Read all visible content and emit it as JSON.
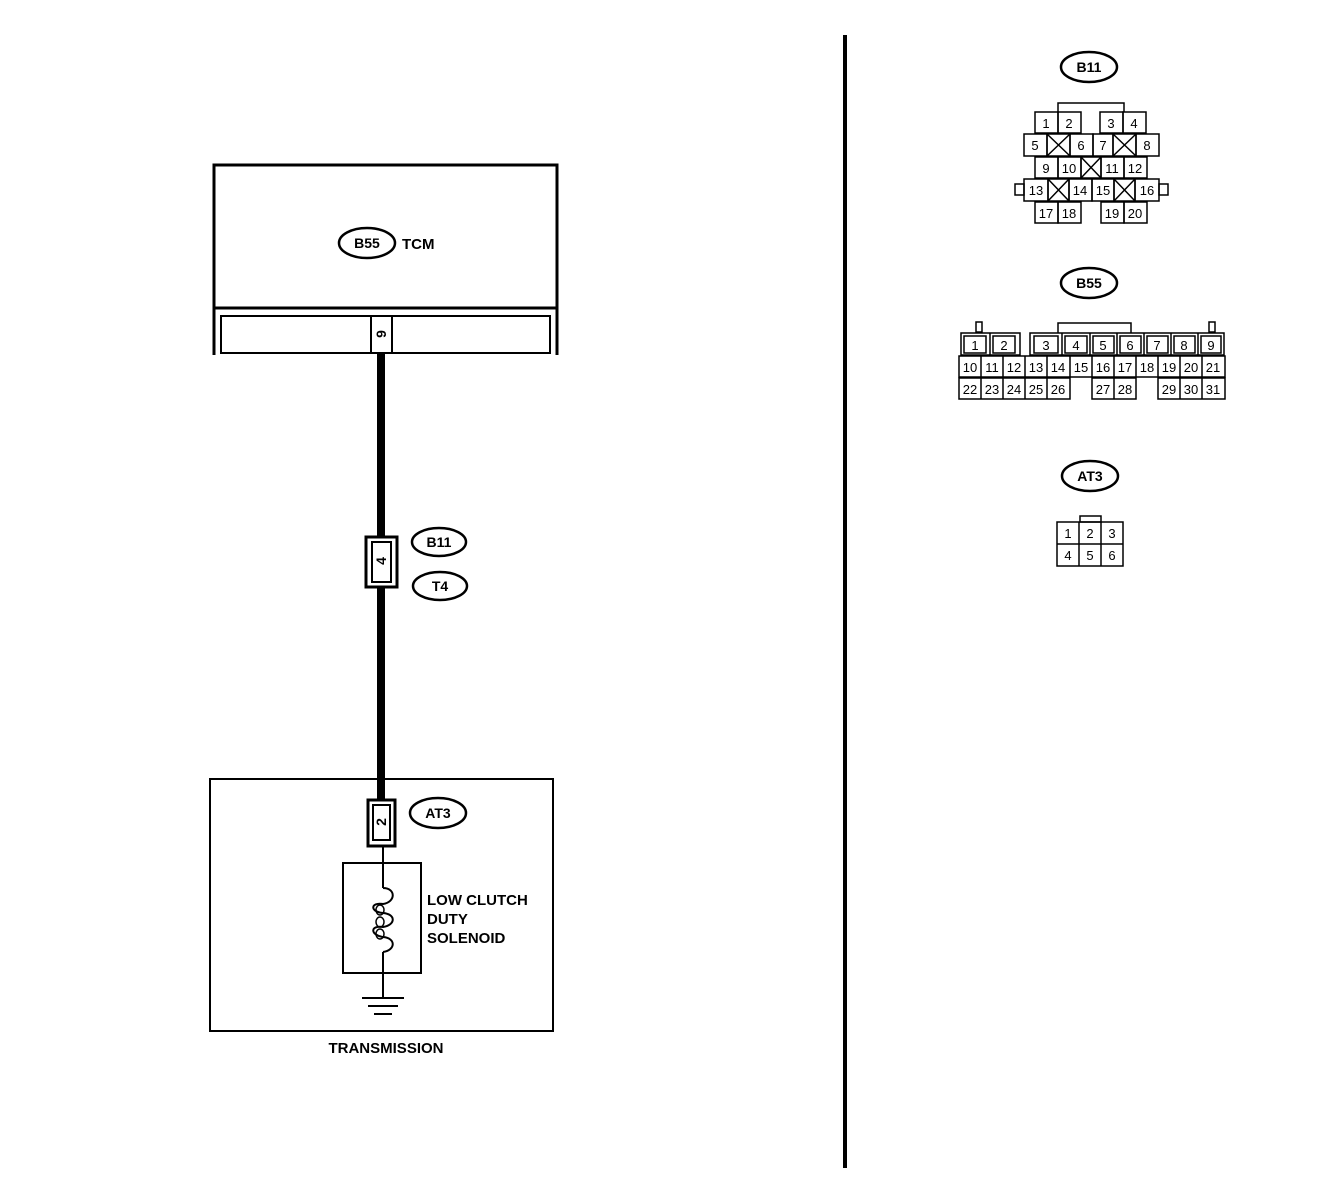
{
  "tcm": {
    "connector": "B55",
    "label": "TCM",
    "terminal": "9"
  },
  "joint": {
    "connector_a": "B11",
    "connector_b": "T4",
    "terminal": "4"
  },
  "solenoid_connector": {
    "connector": "AT3",
    "terminal": "2"
  },
  "solenoid": {
    "line1": "LOW CLUTCH",
    "line2": "DUTY",
    "line3": "SOLENOID"
  },
  "transmission": {
    "label": "TRANSMISSION"
  },
  "connector_views": {
    "b11": {
      "label": "B11",
      "rows": [
        [
          "1",
          "2",
          "3",
          "4"
        ],
        [
          "5",
          "6",
          "7",
          "8"
        ],
        [
          "9",
          "10",
          "11",
          "12"
        ],
        [
          "13",
          "14",
          "15",
          "16"
        ],
        [
          "17",
          "18",
          "19",
          "20"
        ]
      ]
    },
    "b55": {
      "label": "B55",
      "rows": [
        [
          "1",
          "2",
          "3",
          "4",
          "5",
          "6",
          "7",
          "8",
          "9"
        ],
        [
          "10",
          "11",
          "12",
          "13",
          "14",
          "15",
          "16",
          "17",
          "18",
          "19",
          "20",
          "21"
        ],
        [
          "22",
          "23",
          "24",
          "25",
          "26",
          "27",
          "28",
          "29",
          "30",
          "31"
        ]
      ]
    },
    "at3": {
      "label": "AT3",
      "rows": [
        [
          "1",
          "2",
          "3"
        ],
        [
          "4",
          "5",
          "6"
        ]
      ]
    }
  }
}
